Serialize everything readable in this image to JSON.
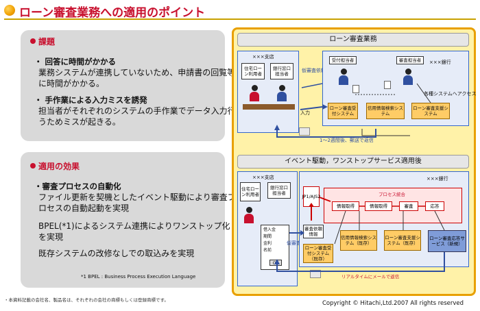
{
  "title": "ローン審査業務への適用のポイント",
  "left": {
    "issues": {
      "heading": "課題",
      "items": [
        {
          "head": "・ 回答に時間がかかる",
          "text": "業務システムが連携していないため、申請書の回覧等に時間がかかる。"
        },
        {
          "head": "・ 手作業による入力ミスを誘発",
          "text": "担当者がそれぞれのシステムの手作業でデータ入力行うためミスが起きる。"
        }
      ]
    },
    "effects": {
      "heading": "適用の効果",
      "items": [
        {
          "head": "・審査プロセスの自動化",
          "text": "ファイル更新を契機としたイベント駆動により審査プロセスの自動起動を実現"
        },
        {
          "head": "",
          "text": "BPEL(*1)によるシステム連携によりワンストップ化を実現"
        },
        {
          "head": "",
          "text": "既存システムの改修なしでの取込みを実現"
        }
      ],
      "note": "*1 BPEL : Business Process Execution Language"
    }
  },
  "top_diagram": {
    "title": "ローン審査業務",
    "branch": "×××支店",
    "bank": "×××銀行",
    "housing_loan_user": "住宅ローン利用者",
    "bank_window": "銀行窓口担当者",
    "request": "仮審査依頼",
    "input": "入力",
    "reception_staff": "受付担当者",
    "reviewer": "審査担当者",
    "screening_system": "ローン審査受付システム",
    "credit_system": "信用情報検索システム",
    "support_system": "ローン審査支援システム",
    "access": "各種システムへアクセス",
    "reply": "1～2週間後、郵送で返信"
  },
  "bottom_diagram": {
    "title": "イベント駆動，ワンストップサービス適用後",
    "branch": "×××支店",
    "bank": "×××銀行",
    "housing_loan_user": "住宅ローン利用者",
    "bank_window": "銀行窓口担当者",
    "jp1": "JP1/AJS2",
    "process_integration": "プロセス統合",
    "steps": [
      "情報取得",
      "情報取得",
      "審査",
      "応答"
    ],
    "review_info": "審査依頼情報",
    "screening_system": "ローン審査受付システム（既存）",
    "credit_system": "信用情報検索システム（既存）",
    "support_system": "ローン審査支援システム（既存）",
    "response_service": "ローン審査応答サービス（新規）",
    "request": "仮審査依頼",
    "form_fields": [
      "借入金",
      "期間",
      "金利",
      "名前"
    ],
    "ok": "OK",
    "reply": "リアルタイムにメールで返信"
  },
  "footer": {
    "left_note": "・本資料記載の会社名、製品名は、それぞれの会社の商標もしくは登録商標です。",
    "copyright": "Copyright © Hitachi,Ltd.2007 All rights reserved"
  }
}
